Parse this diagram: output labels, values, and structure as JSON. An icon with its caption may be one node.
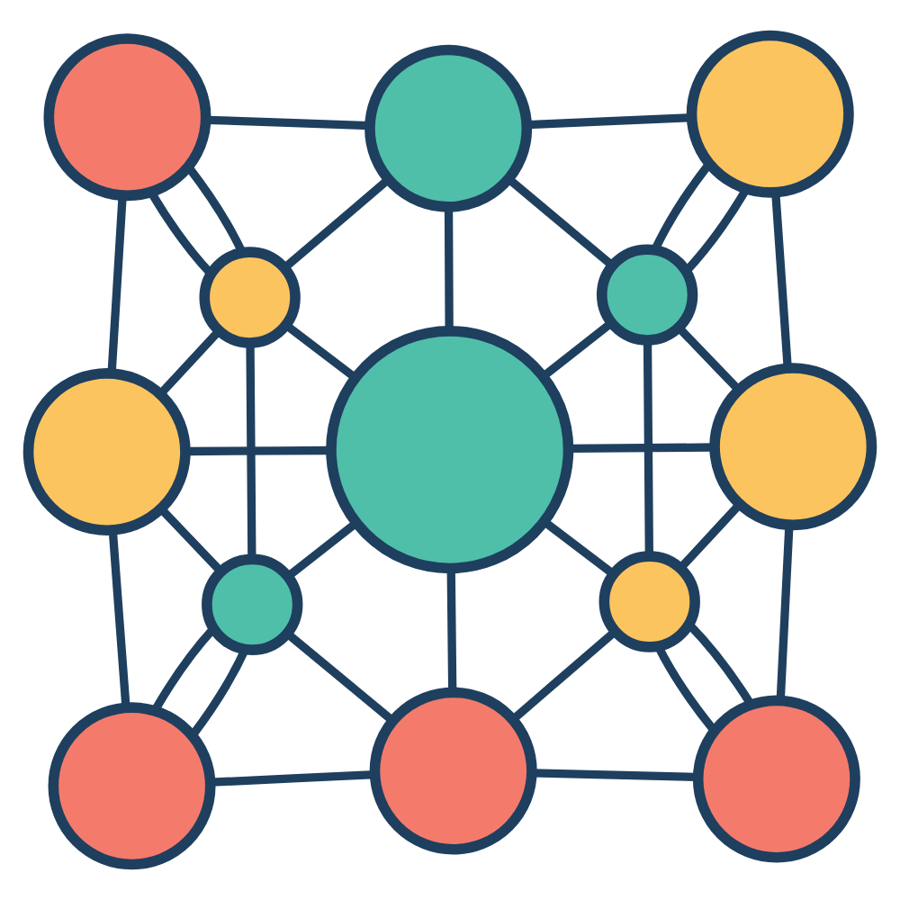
{
  "diagram": {
    "nodes": [
      {
        "text": [],
        "shape": "circle"
      },
      {
        "text": [],
        "shape": "circle"
      },
      {
        "text": [],
        "shape": "circle"
      },
      {
        "text": [],
        "shape": "circle"
      },
      {
        "text": [],
        "shape": "circle"
      },
      {
        "text": [],
        "shape": "circle"
      },
      {
        "text": [],
        "shape": "circle"
      },
      {
        "text": [],
        "shape": "circle"
      },
      {
        "text": [],
        "shape": "circle"
      },
      {
        "text": [],
        "shape": "circle"
      },
      {
        "text": [],
        "shape": "circle"
      },
      {
        "text": [],
        "shape": "circle"
      },
      {
        "text": [],
        "shape": "circle"
      }
    ],
    "edges": [
      {
        "from": 0,
        "to": 1,
        "arrow": "none"
      },
      {
        "from": 0,
        "to": 2,
        "arrow": "none"
      },
      {
        "from": 1,
        "to": 5,
        "arrow": "none"
      },
      {
        "from": 2,
        "to": 7,
        "arrow": "none"
      },
      {
        "from": 5,
        "to": 10,
        "arrow": "none"
      },
      {
        "from": 7,
        "to": 11,
        "arrow": "none"
      },
      {
        "from": 10,
        "to": 12,
        "arrow": "none"
      },
      {
        "from": 11,
        "to": 12,
        "arrow": "none"
      },
      {
        "from": 0,
        "to": 6,
        "arrow": "none"
      },
      {
        "from": 5,
        "to": 6,
        "arrow": "none"
      },
      {
        "from": 6,
        "to": 7,
        "arrow": "none"
      },
      {
        "from": 6,
        "to": 12,
        "arrow": "none"
      },
      {
        "from": 1,
        "to": 3,
        "arrow": "none"
      },
      {
        "from": 1,
        "to": 3,
        "arrow": "none"
      },
      {
        "from": 2,
        "to": 4,
        "arrow": "none"
      },
      {
        "from": 2,
        "to": 4,
        "arrow": "none"
      },
      {
        "from": 8,
        "to": 10,
        "arrow": "none"
      },
      {
        "from": 8,
        "to": 10,
        "arrow": "none"
      },
      {
        "from": 9,
        "to": 11,
        "arrow": "none"
      },
      {
        "from": 9,
        "to": 11,
        "arrow": "none"
      },
      {
        "from": 3,
        "to": 0,
        "arrow": "none"
      },
      {
        "from": 3,
        "to": 5,
        "arrow": "none"
      },
      {
        "from": 3,
        "to": 6,
        "arrow": "none"
      },
      {
        "from": 3,
        "to": 8,
        "arrow": "none"
      },
      {
        "from": 4,
        "to": 0,
        "arrow": "none"
      },
      {
        "from": 4,
        "to": 7,
        "arrow": "none"
      },
      {
        "from": 4,
        "to": 6,
        "arrow": "none"
      },
      {
        "from": 4,
        "to": 9,
        "arrow": "none"
      },
      {
        "from": 8,
        "to": 5,
        "arrow": "none"
      },
      {
        "from": 8,
        "to": 6,
        "arrow": "none"
      },
      {
        "from": 8,
        "to": 12,
        "arrow": "none"
      },
      {
        "from": 9,
        "to": 7,
        "arrow": "none"
      },
      {
        "from": 9,
        "to": 6,
        "arrow": "none"
      },
      {
        "from": 9,
        "to": 12,
        "arrow": "none"
      }
    ]
  }
}
